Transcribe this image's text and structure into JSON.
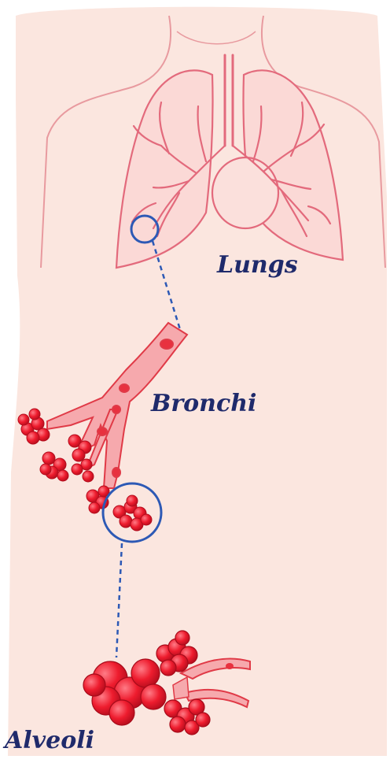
{
  "labels": {
    "lungs": "Lungs",
    "bronchi": "Bronchi",
    "alveoli": "Alveoli"
  },
  "colors": {
    "background": "#fbe6df",
    "outline": "#e36a7c",
    "tissue": "#ee1c2e",
    "tissue_dark": "#b50d1d",
    "zoom_circle": "#2d59b5",
    "label_text": "#1f2a6b"
  }
}
